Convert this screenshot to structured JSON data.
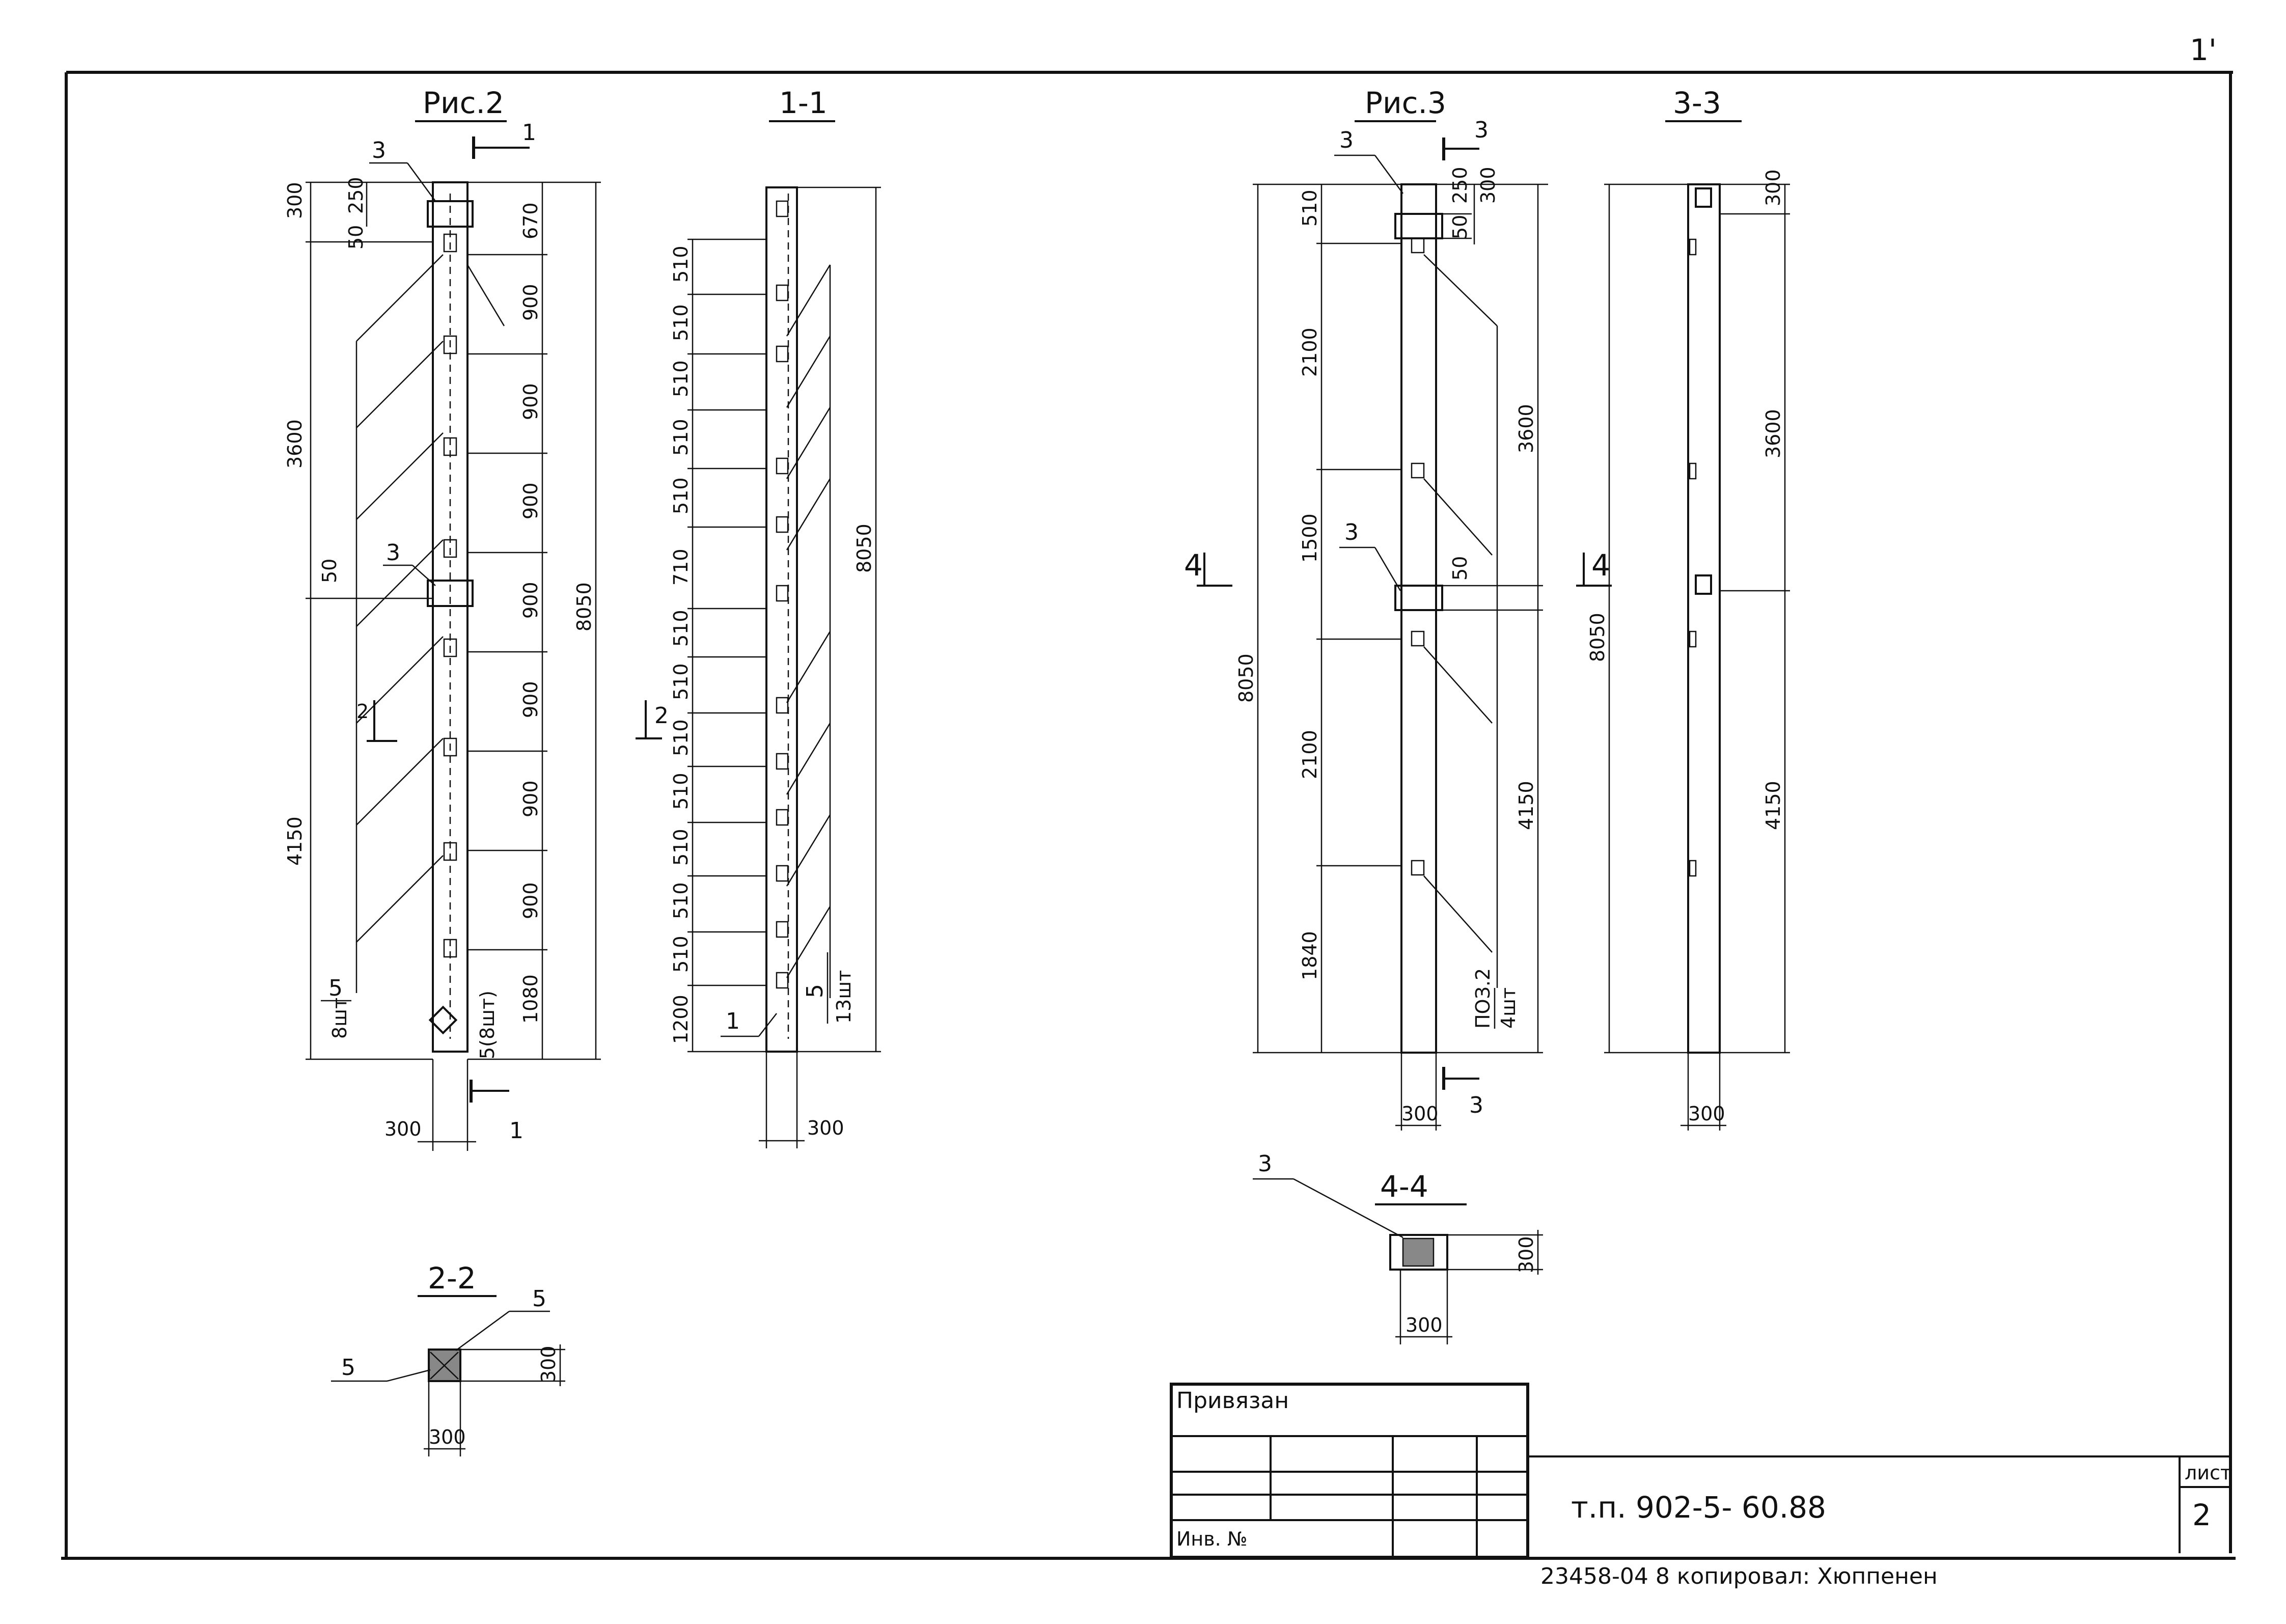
{
  "sheet": {
    "corner_mark": "1'",
    "sheet_label": "лист",
    "sheet_number": "2",
    "doc_code": "т.п. 902-5- 60.88",
    "bottom_note": "23458-04 8 копировал: Хюппенен"
  },
  "stamp": {
    "header": "Привязан",
    "inv_label": "Инв. №"
  },
  "fig2": {
    "title": "Рис.2",
    "section_mark": "1",
    "callout_top": "3",
    "callout_mid": "3",
    "callout_5": "5",
    "callout_5_qty": "8шт",
    "callout_5b": "5(8шт)",
    "section_2": "2",
    "dims_left": [
      "300",
      "250",
      "50",
      "3600",
      "50",
      "4150"
    ],
    "dims_right": [
      "670",
      "900",
      "900",
      "900",
      "900",
      "900",
      "900",
      "900",
      "1080"
    ],
    "total": "8050",
    "width": "300"
  },
  "sec11": {
    "title": "1-1",
    "dims_left": [
      "510",
      "510",
      "510",
      "510",
      "510",
      "710",
      "510",
      "510",
      "510",
      "510",
      "510",
      "510",
      "510",
      "1200"
    ],
    "section_2": "2",
    "callout_1": "1",
    "callout_5": "5",
    "callout_5_qty": "13шт",
    "total": "8050",
    "width": "300"
  },
  "fig3": {
    "title": "Рис.3",
    "section_mark": "3",
    "section_4": "4",
    "callout_top": "3",
    "callout_mid": "3",
    "dims_left": [
      "510",
      "2100",
      "1500",
      "2100",
      "1840"
    ],
    "dims_top": [
      "250",
      "300",
      "50"
    ],
    "dim_mid": "50",
    "dims_right": [
      "3600",
      "4150"
    ],
    "callout_part": "ПОЗ.2",
    "callout_part_qty": "4шт",
    "total": "8050",
    "width": "300"
  },
  "sec33": {
    "title": "3-3",
    "section_4": "4",
    "dims_right": [
      "300",
      "3600",
      "4150"
    ],
    "total": "8050",
    "width": "300"
  },
  "sec22": {
    "title": "2-2",
    "callout_left": "5",
    "callout_right": "5",
    "dim_h": "300",
    "dim_w": "300"
  },
  "sec44": {
    "title": "4-4",
    "callout": "3",
    "dim_h": "300",
    "dim_w": "300"
  }
}
